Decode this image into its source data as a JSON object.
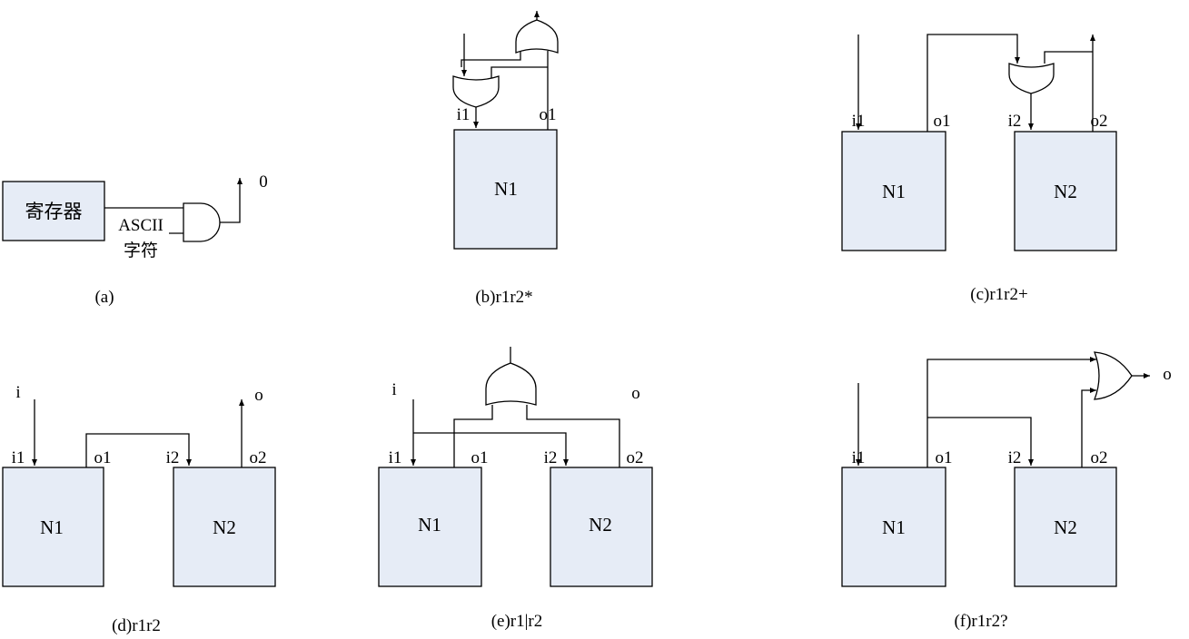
{
  "panels": {
    "a": {
      "caption": "(a)",
      "register_label": "寄存器",
      "ascii_label": "ASCII",
      "char_label": "字符",
      "output_label": "0"
    },
    "b": {
      "caption": "(b)r1r2*",
      "in_pin": "i1",
      "out_pin": "o1",
      "block": "N1"
    },
    "c": {
      "caption": "(c)r1r2+",
      "i1": "i1",
      "o1": "o1",
      "i2": "i2",
      "o2": "o2",
      "block1": "N1",
      "block2": "N2"
    },
    "d": {
      "caption": "(d)r1r2",
      "in_label": "i",
      "out_label": "o",
      "i1": "i1",
      "o1": "o1",
      "i2": "i2",
      "o2": "o2",
      "block1": "N1",
      "block2": "N2"
    },
    "e": {
      "caption": "(e)r1|r2",
      "in_label": "i",
      "out_label": "o",
      "i1": "i1",
      "o1": "o1",
      "i2": "i2",
      "o2": "o2",
      "block1": "N1",
      "block2": "N2"
    },
    "f": {
      "caption": "(f)r1r2?",
      "out_label": "o",
      "i1": "i1",
      "o1": "o1",
      "i2": "i2",
      "o2": "o2",
      "block1": "N1",
      "block2": "N2"
    }
  }
}
